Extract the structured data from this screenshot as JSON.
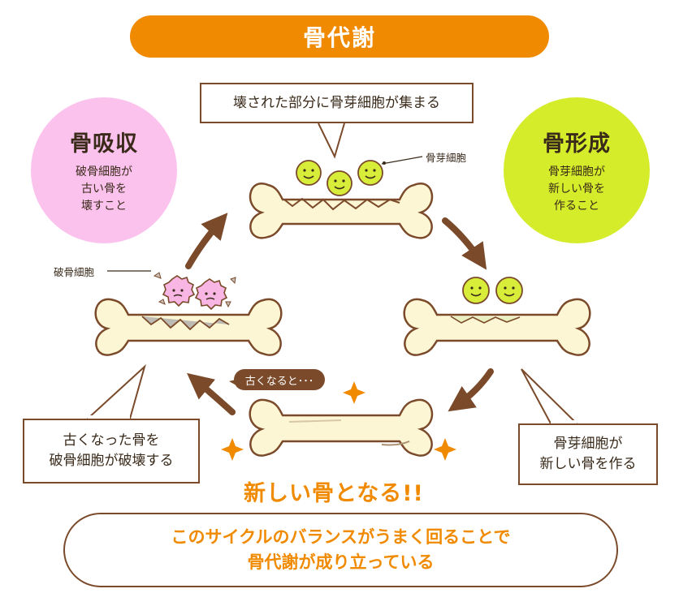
{
  "title": "骨代謝",
  "top_callout": "壊された部分に骨芽細胞が集まる",
  "resorption": {
    "title": "骨吸収",
    "desc": "破骨細胞が\n古い骨を\n壊すこと",
    "color": "#fbc2ee"
  },
  "formation": {
    "title": "骨形成",
    "desc": "骨芽細胞が\n新しい骨を\n作ること",
    "color": "#d4ec2a"
  },
  "labels": {
    "osteoblast": "骨芽細胞",
    "osteoclast": "破骨細胞"
  },
  "old_tag": "古くなると･･･",
  "left_callout": {
    "line1": "古くなった骨を",
    "line2": "破骨細胞が破壊する"
  },
  "right_callout": {
    "line1": "骨芽細胞が",
    "line2": "新しい骨を作る"
  },
  "result": "新しい骨となる!!",
  "summary": {
    "line1": "このサイクルのバランスがうまく回ることで",
    "line2": "骨代謝が成り立っている"
  },
  "colors": {
    "orange": "#f08a00",
    "brown": "#7a4a2a",
    "bone": "#fdf6d4",
    "bone_outline": "#7a4a2a",
    "osteoblast": "#d8ec3a",
    "osteoclast": "#f7b6e4"
  }
}
